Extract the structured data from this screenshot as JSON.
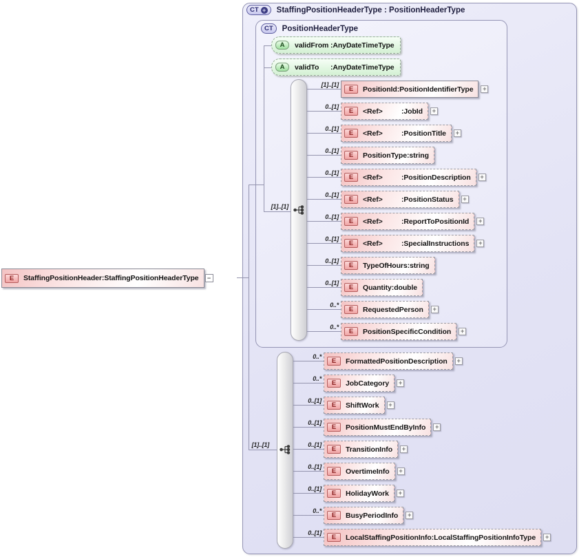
{
  "colors": {
    "container_fill": "#e3e3f5",
    "element_pink": "#f4c3c3",
    "attribute_green": "#d9f2d9",
    "badge_element_border": "#b45c5c",
    "connector": "#9494ae"
  },
  "root_element": {
    "icon": "E",
    "name": "StaffingPositionHeader",
    "sep": " : ",
    "type": "StaffingPositionHeaderType",
    "collapse": "−"
  },
  "container": {
    "badge": "CT",
    "badge_plus": "+",
    "title": "StaffingPositionHeaderType : PositionHeaderType",
    "inner": {
      "badge": "CT",
      "title": "PositionHeaderType",
      "attributes": [
        {
          "icon": "A",
          "name": "validFrom",
          "sep": " : ",
          "type": "AnyDateTimeType"
        },
        {
          "icon": "A",
          "name": "validTo",
          "sep": " : ",
          "type": "AnyDateTimeType"
        }
      ],
      "group": {
        "compositor": "sequence",
        "cardinality": "[1]..[1]",
        "elements": [
          {
            "cardinality": "[1]..[1]",
            "icon": "E",
            "name": "PositionId",
            "sep": " : ",
            "type": "PositionIdentifierType",
            "expand": "+"
          },
          {
            "cardinality": "0..[1]",
            "icon": "E",
            "name": "<Ref>",
            "sep": " : ",
            "type": "JobId",
            "expand": "+"
          },
          {
            "cardinality": "0..[1]",
            "icon": "E",
            "name": "<Ref>",
            "sep": " : ",
            "type": "PositionTitle",
            "expand": "+"
          },
          {
            "cardinality": "0..[1]",
            "icon": "E",
            "name": "PositionType",
            "sep": " : ",
            "type": "string"
          },
          {
            "cardinality": "0..[1]",
            "icon": "E",
            "name": "<Ref>",
            "sep": " : ",
            "type": "PositionDescription",
            "expand": "+"
          },
          {
            "cardinality": "0..[1]",
            "icon": "E",
            "name": "<Ref>",
            "sep": " : ",
            "type": "PositionStatus",
            "expand": "+"
          },
          {
            "cardinality": "0..[1]",
            "icon": "E",
            "name": "<Ref>",
            "sep": " : ",
            "type": "ReportToPositionId",
            "expand": "+"
          },
          {
            "cardinality": "0..[1]",
            "icon": "E",
            "name": "<Ref>",
            "sep": " : ",
            "type": "SpecialInstructions",
            "expand": "+"
          },
          {
            "cardinality": "0..[1]",
            "icon": "E",
            "name": "TypeOfHours",
            "sep": " : ",
            "type": "string"
          },
          {
            "cardinality": "0..[1]",
            "icon": "E",
            "name": "Quantity",
            "sep": " : ",
            "type": "double"
          },
          {
            "cardinality": "0..*",
            "icon": "E",
            "name": "RequestedPerson",
            "expand": "+"
          },
          {
            "cardinality": "0..*",
            "icon": "E",
            "name": "PositionSpecificCondition",
            "expand": "+"
          }
        ]
      }
    },
    "group2": {
      "compositor": "sequence",
      "cardinality": "[1]..[1]",
      "elements": [
        {
          "cardinality": "0..*",
          "icon": "E",
          "name": "FormattedPositionDescription",
          "expand": "+"
        },
        {
          "cardinality": "0..*",
          "icon": "E",
          "name": "JobCategory",
          "expand": "+"
        },
        {
          "cardinality": "0..[1]",
          "icon": "E",
          "name": "ShiftWork",
          "expand": "+"
        },
        {
          "cardinality": "0..[1]",
          "icon": "E",
          "name": "PositionMustEndByInfo",
          "expand": "+"
        },
        {
          "cardinality": "0..[1]",
          "icon": "E",
          "name": "TransitionInfo",
          "expand": "+"
        },
        {
          "cardinality": "0..[1]",
          "icon": "E",
          "name": "OvertimeInfo",
          "expand": "+"
        },
        {
          "cardinality": "0..[1]",
          "icon": "E",
          "name": "HolidayWork",
          "expand": "+"
        },
        {
          "cardinality": "0..*",
          "icon": "E",
          "name": "BusyPeriodInfo",
          "expand": "+"
        },
        {
          "cardinality": "0..[1]",
          "icon": "E",
          "name": "LocalStaffingPositionInfo",
          "sep": " : ",
          "type": "LocalStaffingPositionInfoType",
          "expand": "+"
        }
      ]
    }
  }
}
